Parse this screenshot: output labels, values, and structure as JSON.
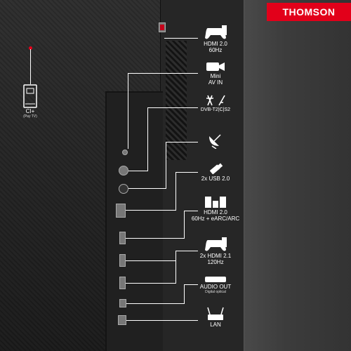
{
  "brand": {
    "logo_text": "THOMSON",
    "accent": "#e2001a"
  },
  "ci_module": {
    "label": "CI+",
    "sublabel": "(Pay TV)",
    "icon": "ci-card-icon"
  },
  "ports": [
    {
      "icon": "gamepad-icon",
      "label": "HDMI 2.0\n60Hz"
    },
    {
      "icon": "camcorder-icon",
      "label": "Mini\nAV IN"
    },
    {
      "icon": "antenna-dvb-icon",
      "label": "DVB-T2|C|S2"
    },
    {
      "icon": "satellite-dish-icon",
      "label": ""
    },
    {
      "icon": "usb-stick-icon",
      "label": "2x USB 2.0"
    },
    {
      "icon": "speakers-icon",
      "label": "HDMI 2.0\n60Hz + eARC/ARC"
    },
    {
      "icon": "gamepad-icon",
      "label": "2x HDMI 2.1\n120Hz"
    },
    {
      "icon": "soundbar-icon",
      "label": "AUDIO OUT",
      "sublabel": "Digital optical"
    },
    {
      "icon": "router-icon",
      "label": "LAN"
    }
  ]
}
